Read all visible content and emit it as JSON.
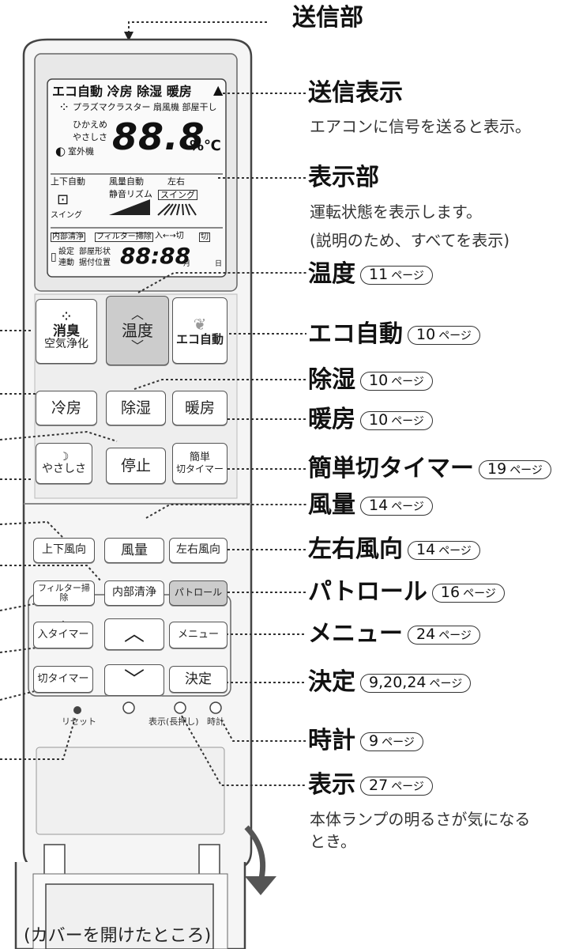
{
  "callouts": {
    "transmitter": "送信部",
    "send_display": "送信表示",
    "send_display_desc": "エアコンに信号を送ると表示。",
    "display": "表示部",
    "display_desc1": "運転状態を表示します。",
    "display_desc2": "(説明のため、すべてを表示)",
    "temp": "温度",
    "temp_page": "11",
    "eco": "エコ自動",
    "eco_page": "10",
    "dehum": "除湿",
    "dehum_page": "10",
    "heat": "暖房",
    "heat_page": "10",
    "timer_easy": "簡単切タイマー",
    "timer_easy_page": "19",
    "fan": "風量",
    "fan_page": "14",
    "lr_dir": "左右風向",
    "lr_dir_page": "14",
    "patrol": "パトロール",
    "patrol_page": "16",
    "menu": "メニュー",
    "menu_page": "24",
    "ok": "決定",
    "ok_page": "9,20,24",
    "clock": "時計",
    "clock_page": "9",
    "show": "表示",
    "show_page": "27",
    "show_desc1": "本体ランプの明るさが気になる",
    "show_desc2": "とき。",
    "page_unit": "ページ"
  },
  "lcd": {
    "modes": "エコ自動 冷房 除湿 暖房",
    "plasma": "プラズマクラスター 扇風機 部屋干し",
    "hikaeme": "ひかえめ",
    "yasashisa": "やさしさ",
    "outdoor": "室外機",
    "digits": "88.8",
    "unit": "%℃",
    "updown": "上下自動",
    "fan_auto": "風量自動",
    "quiet": "静音リズム",
    "lr": "左右",
    "swing": "スイング",
    "swing2": "スイング",
    "clean": "内部清浄",
    "filter": "フィルター掃除",
    "io": "入←→切",
    "off": "切",
    "setting": "設定",
    "link": "連動",
    "room_shape": "部屋形状",
    "position": "据付位置",
    "time": "88:88",
    "month": "月",
    "day": "日"
  },
  "buttons": {
    "deodor1": "消臭",
    "deodor2": "空気浄化",
    "temp": "温度",
    "eco": "エコ自動",
    "cool": "冷房",
    "dehum": "除湿",
    "heat": "暖房",
    "yasashisa": "やさしさ",
    "stop": "停止",
    "easy1": "簡単",
    "easy2": "切タイマー",
    "updown": "上下風向",
    "fan": "風量",
    "lrdir": "左右風向",
    "filter": "フィルター掃除",
    "clean": "内部清浄",
    "patrol": "パトロール",
    "on_timer": "入タイマー",
    "menu": "メニュー",
    "off_timer": "切タイマー",
    "ok": "決定",
    "reset": "リセット",
    "show": "表示(長押し)",
    "clock": "時計"
  },
  "caption": "(カバーを開けたところ)"
}
